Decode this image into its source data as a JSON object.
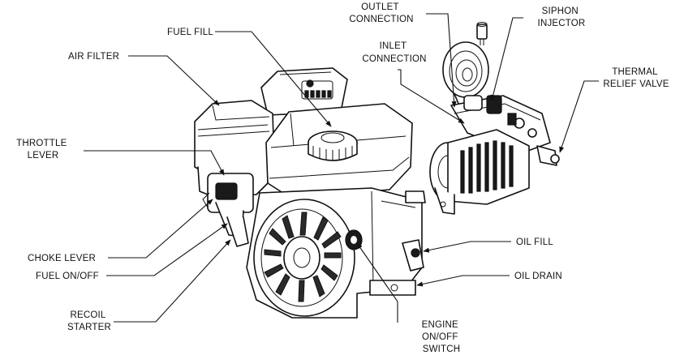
{
  "labels": {
    "fuel_fill": "FUEL FILL",
    "air_filter": "AIR FILTER",
    "throttle_lever": [
      "THROTTLE",
      "LEVER"
    ],
    "choke_lever": "CHOKE LEVER",
    "fuel_on_off": "FUEL ON/OFF",
    "recoil_starter": [
      "RECOIL",
      "STARTER"
    ],
    "engine_switch": [
      "ENGINE",
      "ON/OFF",
      "SWITCH"
    ],
    "oil_fill": "OIL FILL",
    "oil_drain": "OIL DRAIN",
    "outlet_connection": [
      "OUTLET",
      "CONNECTION"
    ],
    "inlet_connection": [
      "INLET",
      "CONNECTION"
    ],
    "siphon_injector": [
      "SIPHON",
      "INJECTOR"
    ],
    "thermal_relief_valve": [
      "THERMAL",
      "RELIEF VALVE"
    ]
  }
}
